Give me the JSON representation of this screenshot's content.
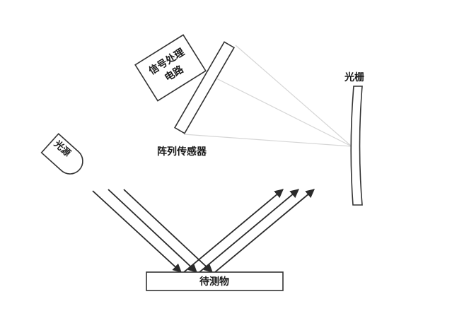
{
  "labels": {
    "signal_circuit_line1": "信号处理",
    "signal_circuit_line2": "电路",
    "array_sensor": "阵列传感器",
    "grating": "光栅",
    "light_source_line1": "光源",
    "light_source_line2": "",
    "object": "待测物"
  },
  "colors": {
    "stroke": "#333333",
    "ray": "#2b2b2b",
    "diffracted": "#d6d6d6"
  }
}
